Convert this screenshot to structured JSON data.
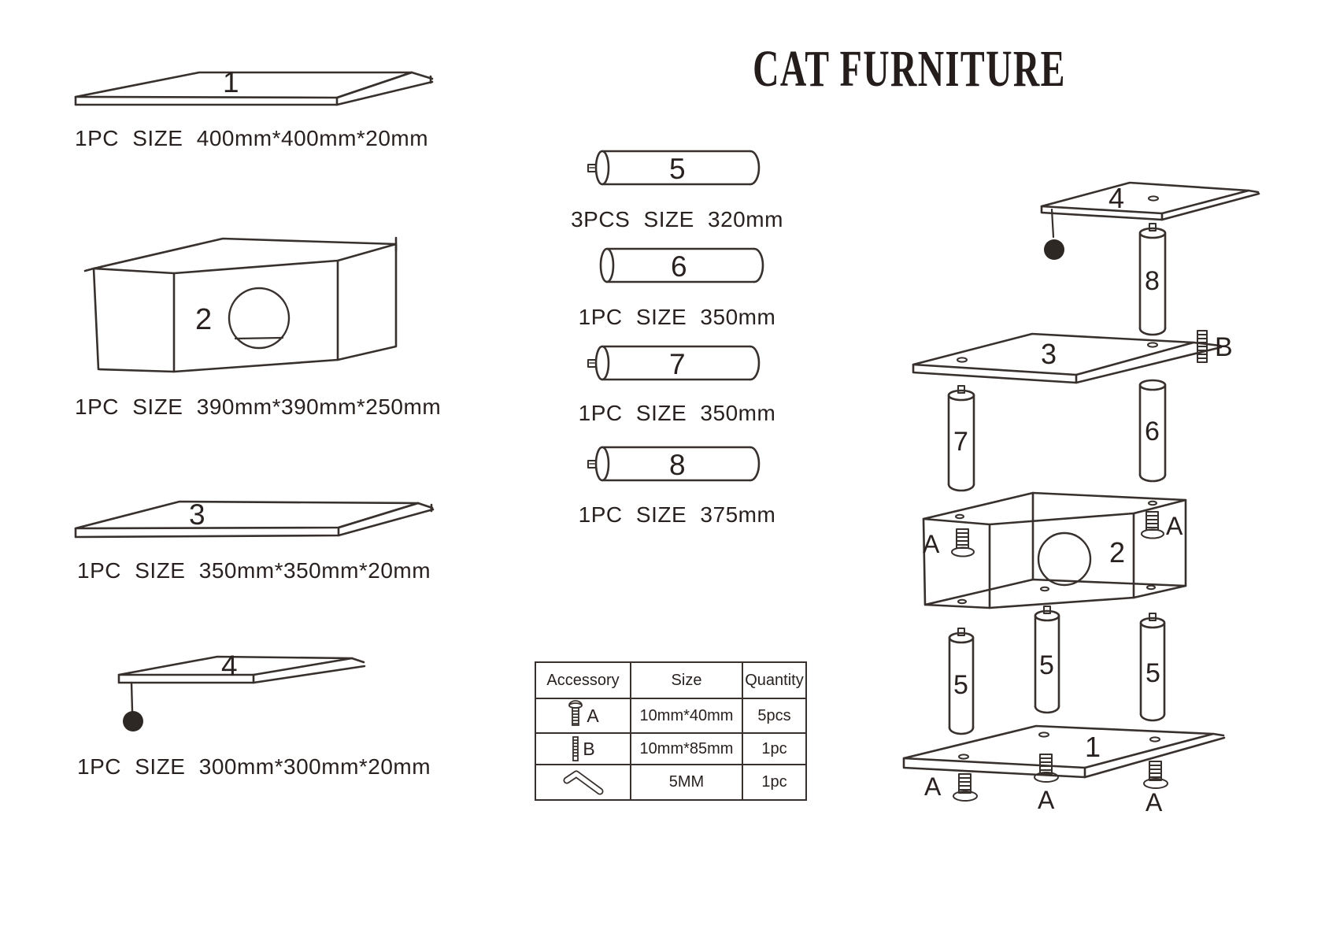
{
  "title": "CAT FURNITURE",
  "parts_list": [
    {
      "num": "1",
      "caption": "1PC SIZE 400mm*400mm*20mm"
    },
    {
      "num": "2",
      "caption": "1PC SIZE 390mm*390mm*250mm"
    },
    {
      "num": "3",
      "caption": "1PC SIZE 350mm*350mm*20mm"
    },
    {
      "num": "4",
      "caption": "1PC SIZE 300mm*300mm*20mm"
    }
  ],
  "posts_list": [
    {
      "num": "5",
      "caption": "3PCS SIZE 320mm"
    },
    {
      "num": "6",
      "caption": "1PC SIZE 350mm"
    },
    {
      "num": "7",
      "caption": "1PC SIZE 350mm"
    },
    {
      "num": "8",
      "caption": "1PC SIZE 375mm"
    }
  ],
  "accessory_table": {
    "headers": [
      "Accessory",
      "Size",
      "Quantity"
    ],
    "rows": [
      {
        "label": "A",
        "icon": "screw-a-icon",
        "size": "10mm*40mm",
        "quantity": "5pcs"
      },
      {
        "label": "B",
        "icon": "bolt-b-icon",
        "size": "10mm*85mm",
        "quantity": "1pc"
      },
      {
        "label": "",
        "icon": "allen-key-icon",
        "size": "5MM",
        "quantity": "1pc"
      }
    ]
  },
  "assembly_labels": {
    "panel4": "4",
    "post8": "8",
    "panel3": "3",
    "bolt_b": "B",
    "post7": "7",
    "post6": "6",
    "house2": "2",
    "screw_a_left": "A",
    "screw_a_right": "A",
    "post5_left": "5",
    "post5_mid": "5",
    "post5_right": "5",
    "panel1": "1",
    "screw_a_bottom_left": "A",
    "screw_a_bottom_mid": "A",
    "screw_a_bottom_right": "A"
  },
  "colors": {
    "line": "#37302d",
    "text": "#28211f",
    "background": "#ffffff"
  }
}
